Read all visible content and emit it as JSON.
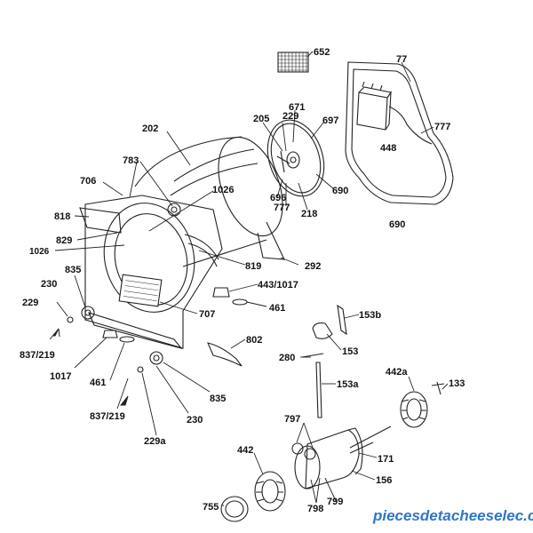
{
  "labels": [
    {
      "id": "652",
      "text": "652"
    },
    {
      "id": "77",
      "text": "77"
    },
    {
      "id": "205",
      "text": "205"
    },
    {
      "id": "229-top",
      "text": "229"
    },
    {
      "id": "671",
      "text": "671"
    },
    {
      "id": "697",
      "text": "697"
    },
    {
      "id": "202",
      "text": "202"
    },
    {
      "id": "777-right",
      "text": "777"
    },
    {
      "id": "448",
      "text": "448"
    },
    {
      "id": "783",
      "text": "783"
    },
    {
      "id": "706",
      "text": "706"
    },
    {
      "id": "1026-mid",
      "text": "1026"
    },
    {
      "id": "696",
      "text": "696"
    },
    {
      "id": "690-mid",
      "text": "690"
    },
    {
      "id": "777-mid",
      "text": "777"
    },
    {
      "id": "218",
      "text": "218"
    },
    {
      "id": "690-bottom",
      "text": "690"
    },
    {
      "id": "818",
      "text": "818"
    },
    {
      "id": "829",
      "text": "829"
    },
    {
      "id": "1026-left",
      "text": "1026"
    },
    {
      "id": "819",
      "text": "819"
    },
    {
      "id": "292",
      "text": "292"
    },
    {
      "id": "835-top",
      "text": "835"
    },
    {
      "id": "230-top",
      "text": "230"
    },
    {
      "id": "443-1017",
      "text": "443/1017"
    },
    {
      "id": "229-left",
      "text": "229"
    },
    {
      "id": "707",
      "text": "707"
    },
    {
      "id": "461-right",
      "text": "461"
    },
    {
      "id": "153b",
      "text": "153b"
    },
    {
      "id": "837-219-top",
      "text": "837/219"
    },
    {
      "id": "802",
      "text": "802"
    },
    {
      "id": "153",
      "text": "153"
    },
    {
      "id": "280",
      "text": "280"
    },
    {
      "id": "1017",
      "text": "1017"
    },
    {
      "id": "461-left",
      "text": "461"
    },
    {
      "id": "153a",
      "text": "153a"
    },
    {
      "id": "442a",
      "text": "442a"
    },
    {
      "id": "133",
      "text": "133"
    },
    {
      "id": "835-bottom",
      "text": "835"
    },
    {
      "id": "837-219-bottom",
      "text": "837/219"
    },
    {
      "id": "230-bottom",
      "text": "230"
    },
    {
      "id": "797",
      "text": "797"
    },
    {
      "id": "229a",
      "text": "229a"
    },
    {
      "id": "442",
      "text": "442"
    },
    {
      "id": "171",
      "text": "171"
    },
    {
      "id": "156",
      "text": "156"
    },
    {
      "id": "755",
      "text": "755"
    },
    {
      "id": "799",
      "text": "799"
    },
    {
      "id": "798",
      "text": "798"
    }
  ],
  "watermark": "piecesdetacheeselec.com"
}
